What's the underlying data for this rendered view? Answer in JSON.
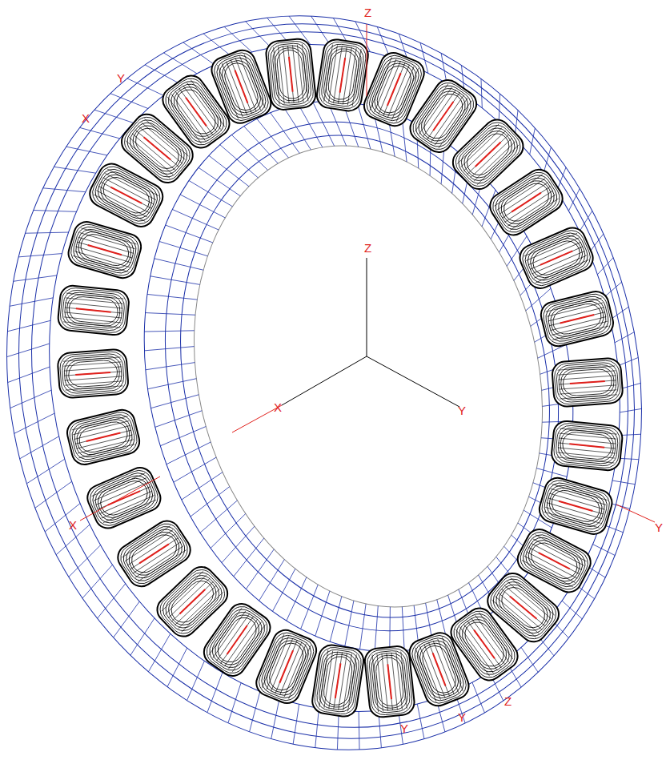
{
  "diagram": {
    "labels": [
      "Z",
      "Y",
      "X",
      "Z",
      "X",
      "Y",
      "X",
      "Y",
      "Y",
      "Z",
      "Y"
    ]
  }
}
